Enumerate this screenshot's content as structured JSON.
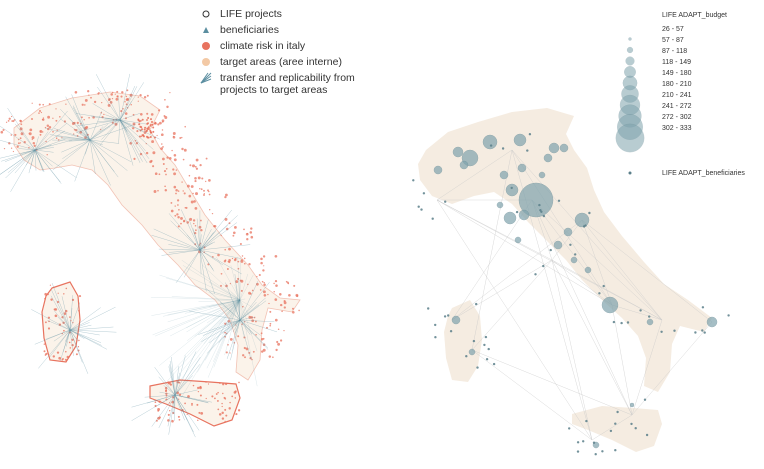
{
  "left_legend": {
    "items": [
      {
        "label": "LIFE projects",
        "symbol": "open-circle-icon"
      },
      {
        "label": "beneficiaries",
        "symbol": "small-triangle-icon"
      },
      {
        "label": "climate risk in italy",
        "symbol": "red-dot-icon",
        "color": "#e8735f"
      },
      {
        "label": "target areas (aree interne)",
        "symbol": "peach-dot-icon",
        "color": "#f3c9a5"
      },
      {
        "label": "transfer and replicability from projects to target areas",
        "symbol": "flow-lines-icon",
        "color": "#5b8ea0"
      }
    ]
  },
  "right_legend": {
    "budget_title": "LIFE ADAPT_budget",
    "budget_ranges": [
      "26 - 57",
      "57 - 87",
      "87 - 118",
      "118 - 149",
      "149 - 180",
      "180 - 210",
      "210 - 241",
      "241 - 272",
      "272 - 302",
      "302 - 333"
    ],
    "beneficiaries_label": "LIFE ADAPT_beneficiaries",
    "circle_color": "#7fa3ad"
  },
  "colors": {
    "italy_fill": "#f5ece1",
    "risk_red": "#e8735f",
    "flow_blue": "#5b8ea0",
    "budget_circle": "#7fa3ad",
    "connection_line": "#c9c9c9"
  }
}
